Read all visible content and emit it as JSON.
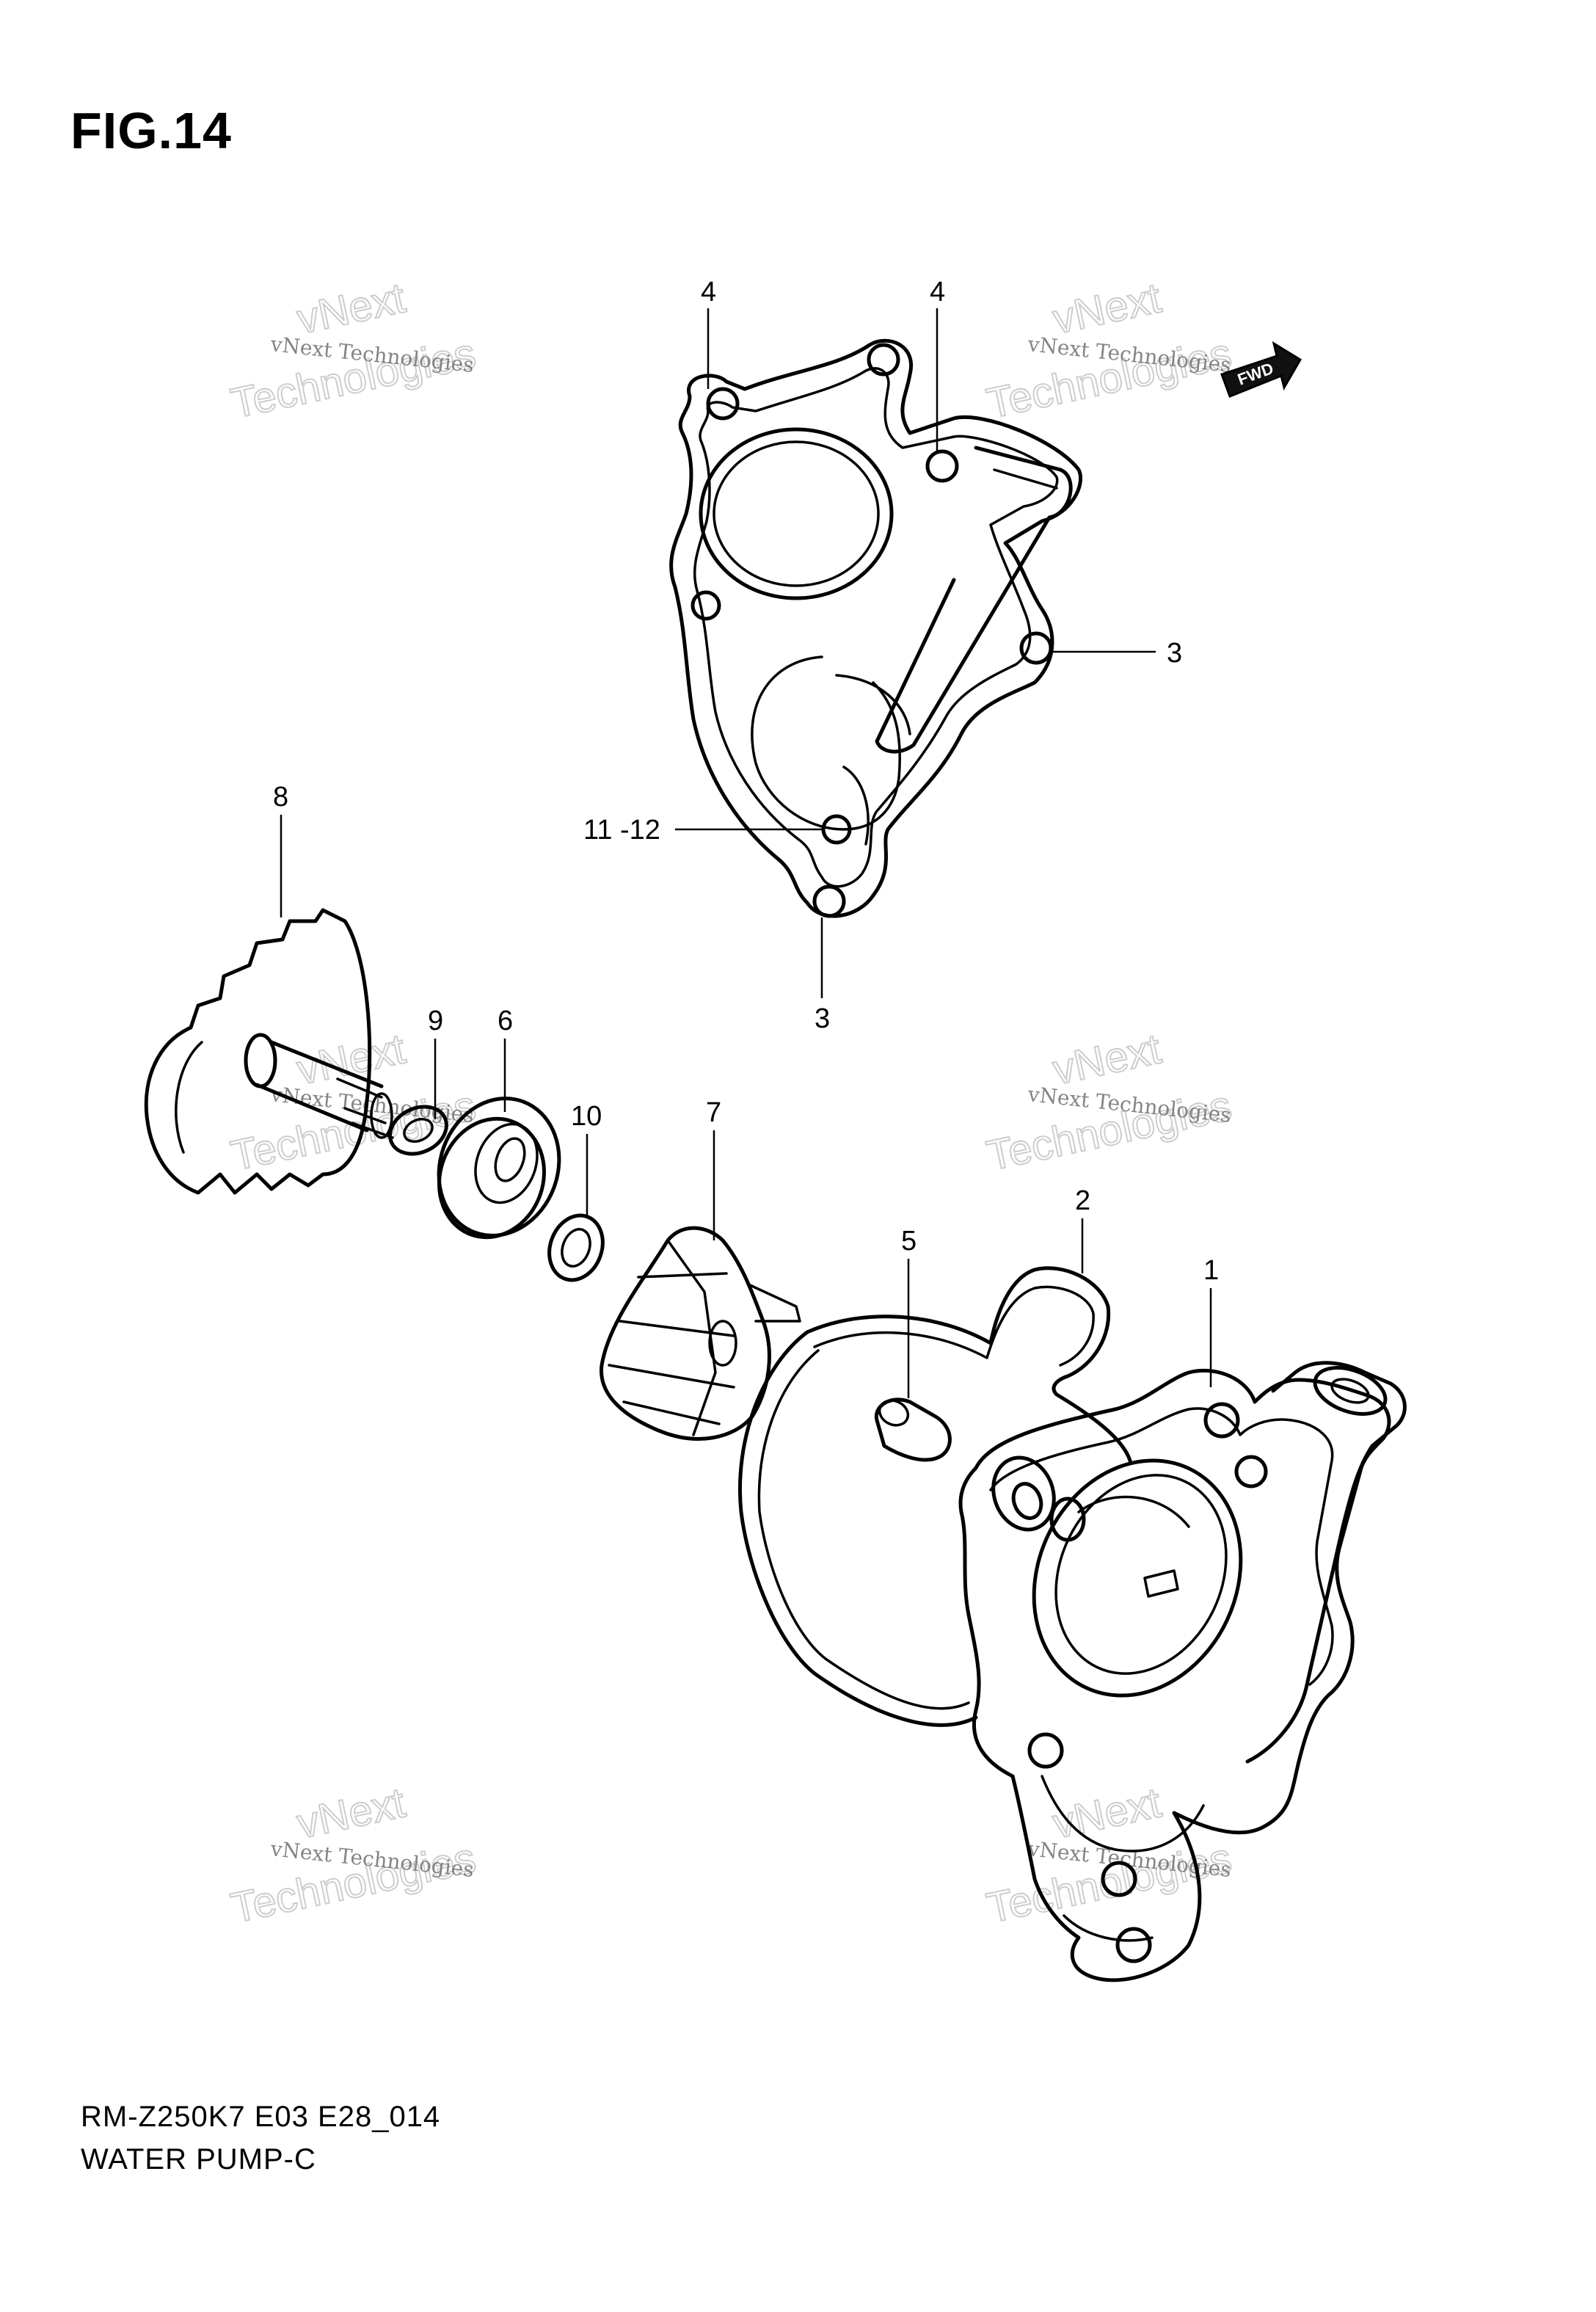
{
  "figure": {
    "title": "FIG.14",
    "model_code": "RM-Z250K7 E03 E28_014",
    "assembly_name": "WATER PUMP-C",
    "fwd_label": "FWD"
  },
  "watermark": {
    "line1": "vNext Technologies",
    "line2": "vNext",
    "line3": "Technologies"
  },
  "callouts": {
    "c1": "1",
    "c2": "2",
    "c3a": "3",
    "c3b": "3",
    "c4a": "4",
    "c4b": "4",
    "c5": "5",
    "c6": "6",
    "c7": "7",
    "c8": "8",
    "c9": "9",
    "c10": "10",
    "c11_12": "11 -12"
  },
  "colors": {
    "line": "#000000",
    "background": "#ffffff",
    "watermark": "#c8c8c8"
  }
}
